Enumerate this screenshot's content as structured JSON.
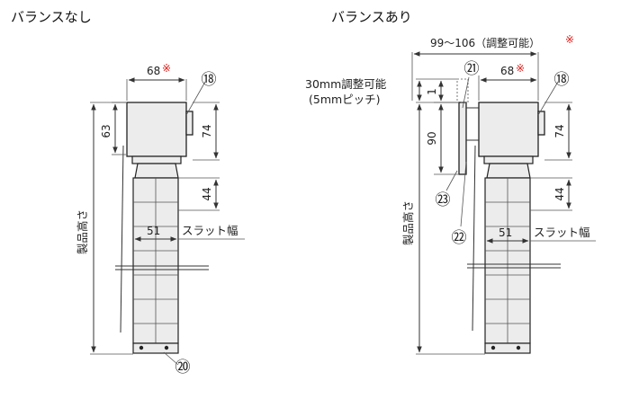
{
  "titles": {
    "left": "バランスなし",
    "right": "バランスあり"
  },
  "left_diagram": {
    "dim_top": "68",
    "dim_top_mark": "※",
    "dim_63": "63",
    "dim_74": "74",
    "dim_44": "44",
    "dim_51": "51",
    "slat_width_label": "スラット幅",
    "product_height_label": "製品高さ",
    "callout_18": "⑱",
    "callout_20": "⑳"
  },
  "right_diagram": {
    "dim_range": "99～106（調整可能）",
    "dim_range_mark": "※",
    "adjust_label": "30mm調整可能",
    "adjust_pitch": "(5mmピッチ)",
    "dim_top": "68",
    "dim_top_mark": "※",
    "dim_1": "1",
    "dim_74": "74",
    "dim_90": "90",
    "dim_44": "44",
    "dim_51": "51",
    "slat_width_label": "スラット幅",
    "product_height_label": "製品高さ",
    "callout_18": "⑱",
    "callout_21": "㉑",
    "callout_22": "㉒",
    "callout_23": "㉓"
  }
}
